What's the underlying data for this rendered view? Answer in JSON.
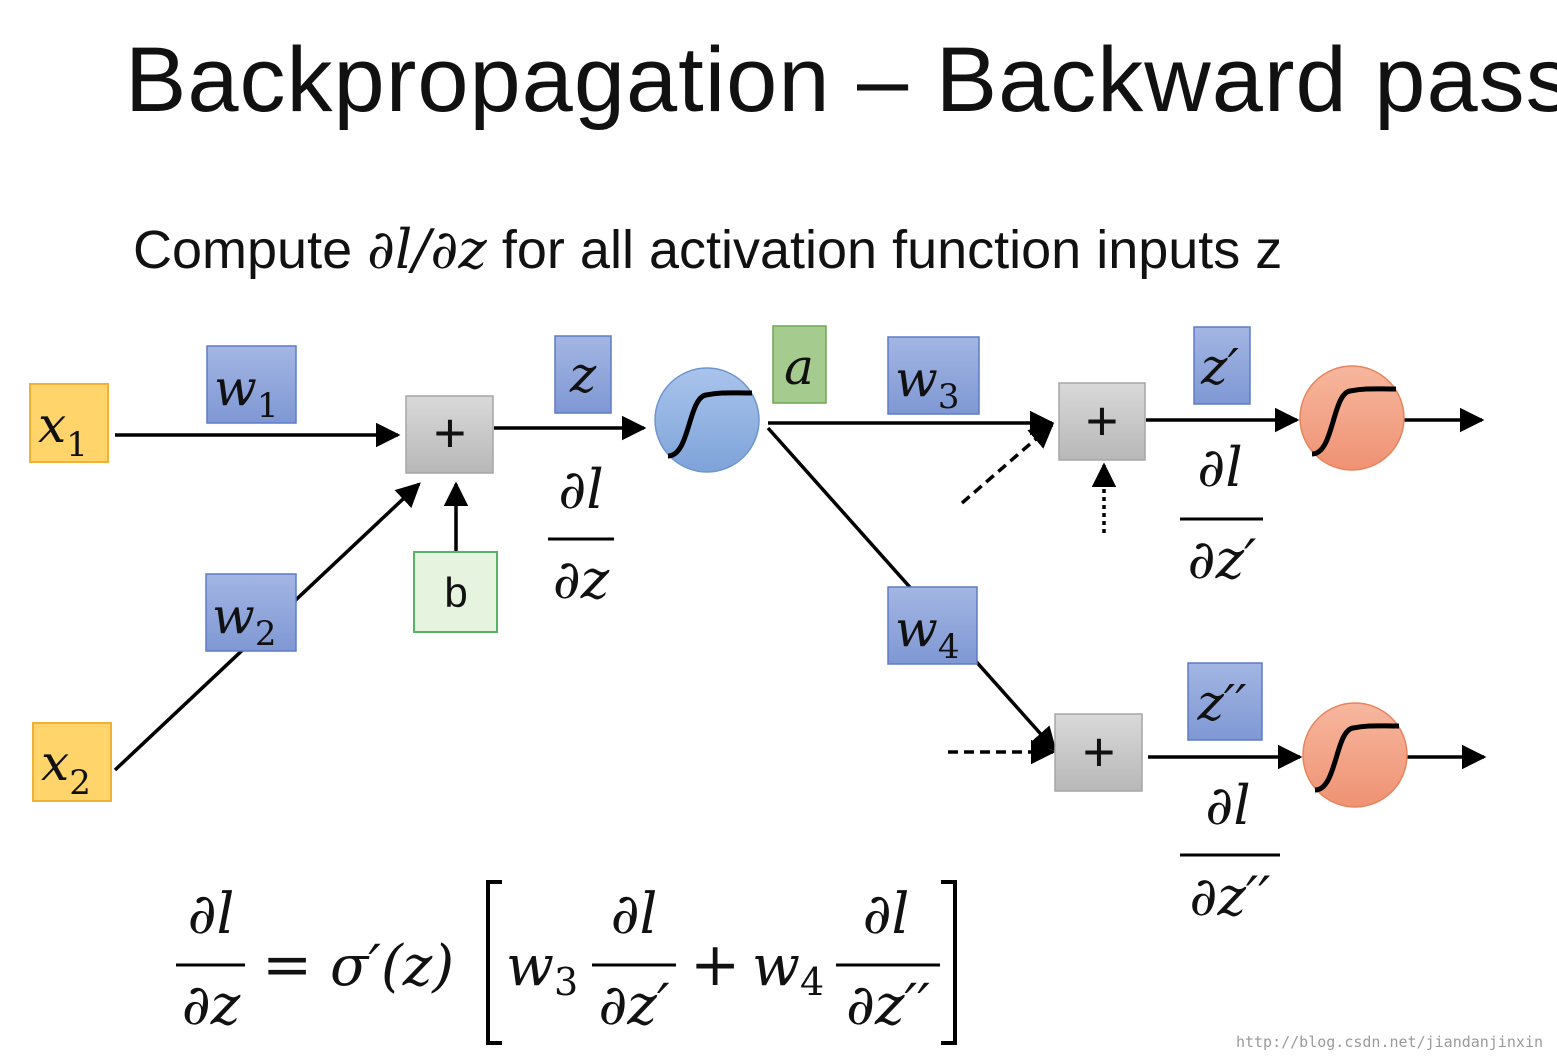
{
  "title": "Backpropagation – Backward pass",
  "subtitle": {
    "prefix": "Compute ",
    "math": "∂l/∂z",
    "suffix": " for all activation function inputs z"
  },
  "inputs": {
    "x1": "x",
    "x1_sub": "1",
    "x2": "x",
    "x2_sub": "2"
  },
  "weights": {
    "w1": "w",
    "w1_sub": "1",
    "w2": "w",
    "w2_sub": "2",
    "w3": "w",
    "w3_sub": "3",
    "w4": "w",
    "w4_sub": "4"
  },
  "bias": "b",
  "sum_symbol": "+",
  "labels": {
    "z": "z",
    "a": "a",
    "z_prime": "z′",
    "z_dprime": "z′′"
  },
  "fractions": {
    "dl": "∂l",
    "dz": "∂z",
    "dz_prime": "∂z′",
    "dz_dprime": "∂z′′"
  },
  "equation": {
    "lhs_num": "∂l",
    "lhs_den": "∂z",
    "equals": "=",
    "sigma": "σ′(z)",
    "w3": "w",
    "w3_sub": "3",
    "plus": "+",
    "w4": "w",
    "w4_sub": "4",
    "frac1_num": "∂l",
    "frac1_den": "∂z′",
    "frac2_num": "∂l",
    "frac2_den": "∂z′′"
  },
  "watermark": "http://blog.csdn.net/jiandanjinxin",
  "colors": {
    "input_fill": "#FFD56B",
    "input_stroke": "#F2B134",
    "weight_fill": "#8EA5DB",
    "weight_stroke": "#5E7BC6",
    "activation_a_fill": "#A5CC8E",
    "activation_a_stroke": "#6FA653",
    "bias_fill": "#E6F3DF",
    "bias_stroke": "#58B368",
    "sum_fill": "#C8C8C8",
    "sum_stroke": "#A6A6A6",
    "neuron_blue": "#9BBCE6",
    "neuron_orange": "#F3A48A"
  }
}
